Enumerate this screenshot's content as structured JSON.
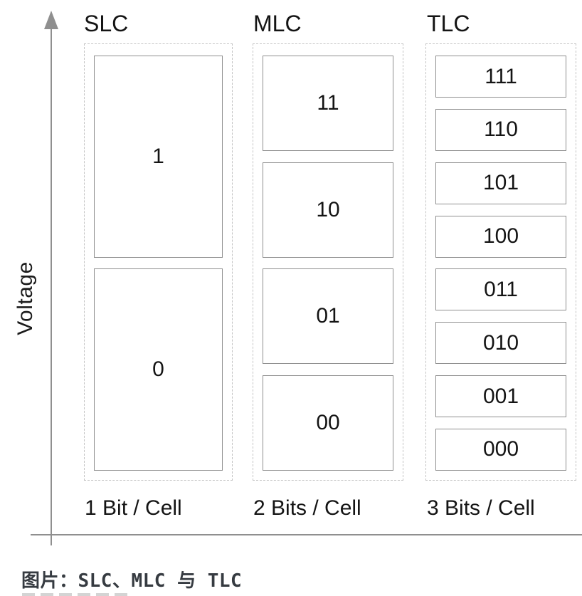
{
  "axis": {
    "y_label": "Voltage"
  },
  "columns": [
    {
      "id": "slc",
      "header": "SLC",
      "footer": "1 Bit / Cell",
      "cells": [
        "1",
        "0"
      ]
    },
    {
      "id": "mlc",
      "header": "MLC",
      "footer": "2 Bits / Cell",
      "cells": [
        "11",
        "10",
        "01",
        "00"
      ]
    },
    {
      "id": "tlc",
      "header": "TLC",
      "footer": "3 Bits / Cell",
      "cells": [
        "111",
        "110",
        "101",
        "100",
        "011",
        "010",
        "001",
        "000"
      ]
    }
  ],
  "caption": "图片：SLC、MLC 与 TLC",
  "colors": {
    "axis": "#8f8f8f",
    "cell_border": "#8f8f8f",
    "dashed_border": "#c3c3c3",
    "text": "#141414",
    "caption": "#363b41"
  }
}
